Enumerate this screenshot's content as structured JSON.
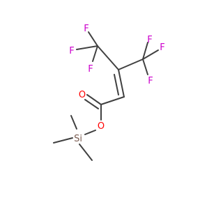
{
  "molecule": {
    "atoms": {
      "f_left_top": "F",
      "f_left_mid": "F",
      "f_left_low": "F",
      "f_right_top": "F",
      "f_right_mid": "F",
      "f_right_low": "F",
      "carbonyl_oxygen": "O",
      "ester_oxygen": "O",
      "silicon": "Si"
    },
    "colors": {
      "bond": "#404040",
      "fluorine": "#cc00cc",
      "oxygen": "#ff0000",
      "silicon": "#7a5c50"
    }
  }
}
